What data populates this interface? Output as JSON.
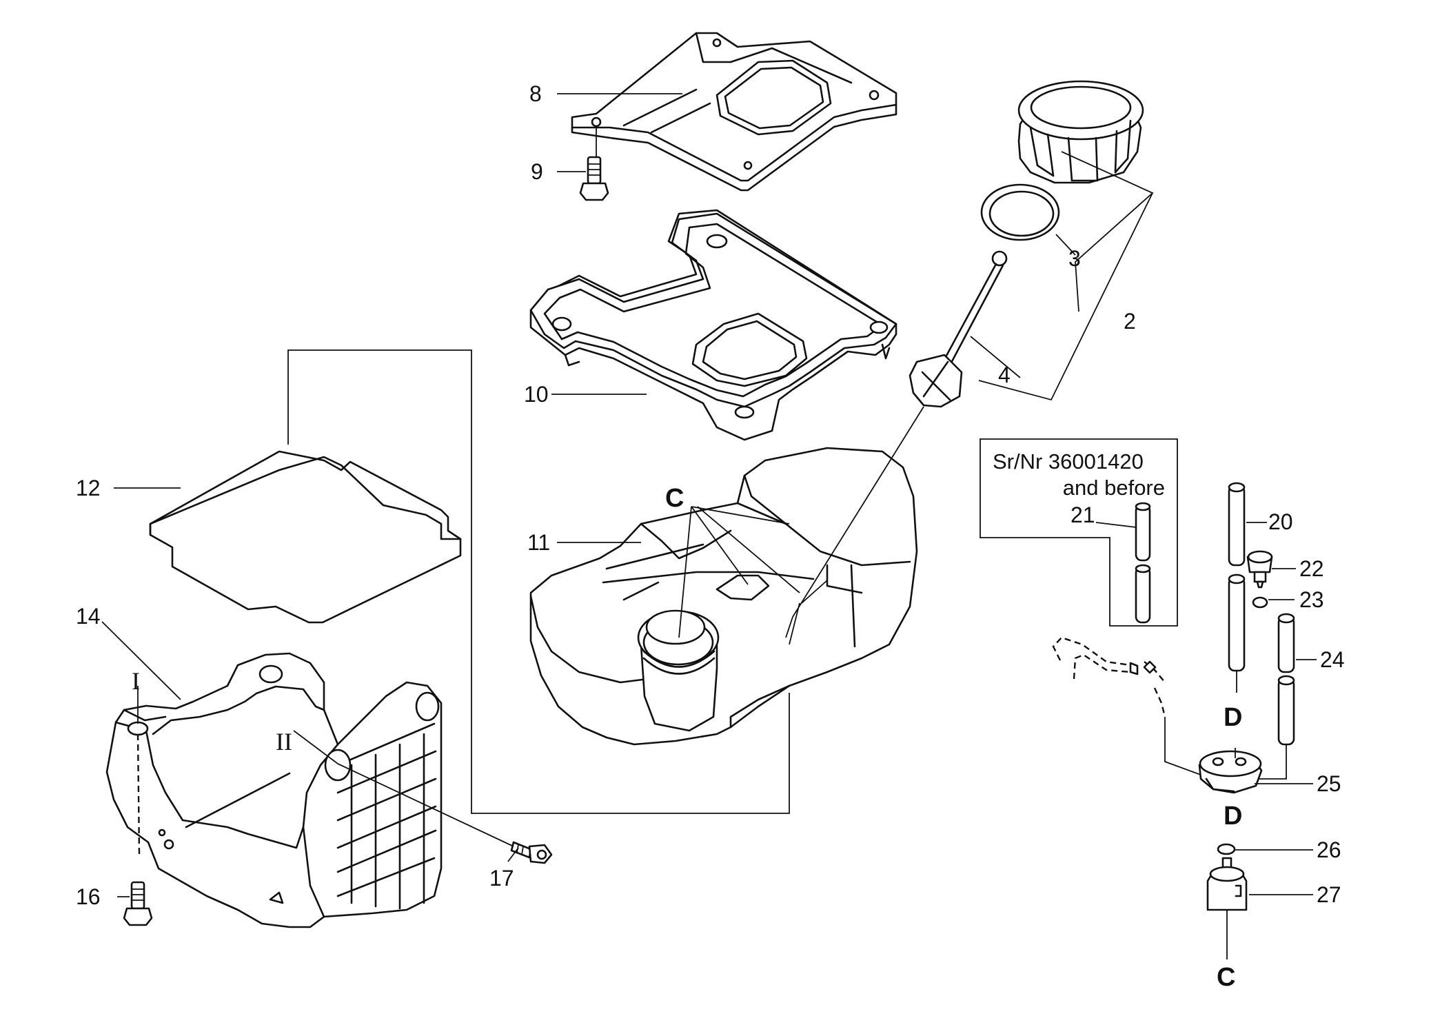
{
  "labels": {
    "p2": "2",
    "p3": "3",
    "p4": "4",
    "p8": "8",
    "p9": "9",
    "p10": "10",
    "p11": "11",
    "p12": "12",
    "p14": "14",
    "p16": "16",
    "p17": "17",
    "p20": "20",
    "p21": "21",
    "p22": "22",
    "p23": "23",
    "p24": "24",
    "p25": "25",
    "p26": "26",
    "p27": "27"
  },
  "refs": {
    "c_top": "C",
    "c_bottom": "C",
    "d_top": "D",
    "d_bottom": "D",
    "roman_1": "I",
    "roman_2": "II"
  },
  "note": {
    "line1": "Sr/Nr 36001420",
    "line2": "and before"
  }
}
